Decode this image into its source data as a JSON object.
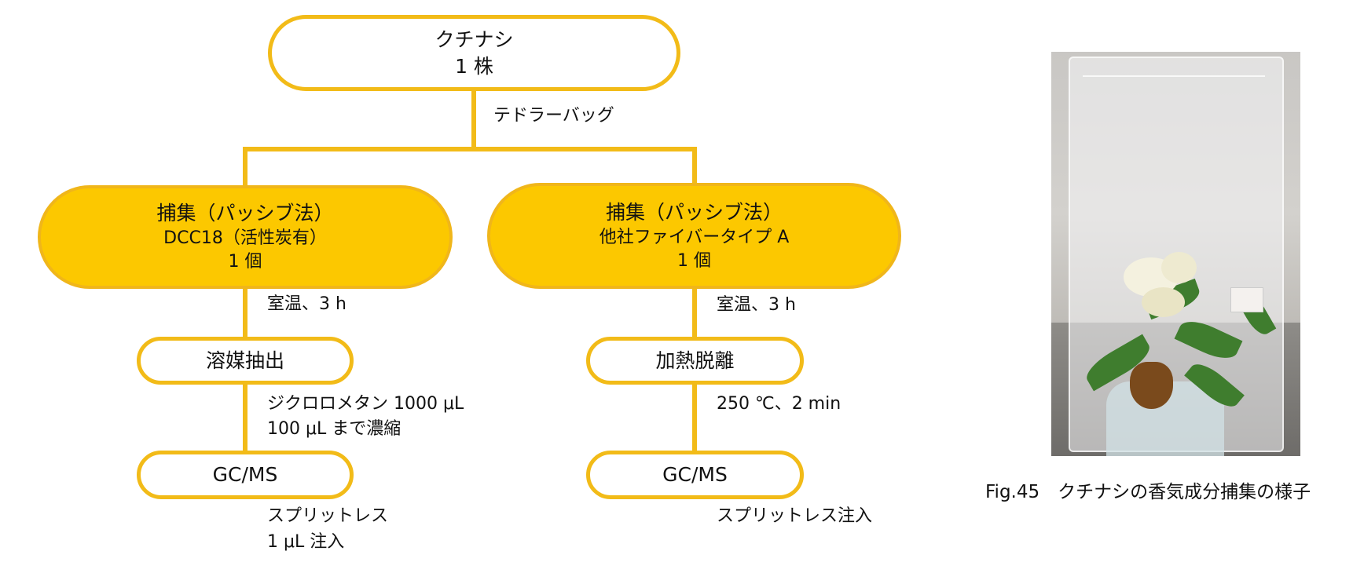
{
  "diagram": {
    "root": {
      "title": "クチナシ",
      "amount": "1 株"
    },
    "root_edge_label": "テドラーバッグ",
    "left_branch": {
      "capture": {
        "method": "捕集（パッシブ法）",
        "device": "DCC18（活性炭有）",
        "count": "1 個"
      },
      "capture_edge_label": "室温、3 h",
      "process": "溶媒抽出",
      "process_edge_line1": "ジクロロメタン 1000 μL",
      "process_edge_line2": "100 μL まで濃縮",
      "analysis": "GC/MS",
      "injection_line1": "スプリットレス",
      "injection_line2": "1 μL 注入"
    },
    "right_branch": {
      "capture": {
        "method": "捕集（パッシブ法）",
        "device": "他社ファイバータイプ A",
        "count": "1 個"
      },
      "capture_edge_label": "室温、3 h",
      "process": "加熱脱離",
      "process_edge_label": "250 ℃、2 min",
      "analysis": "GC/MS",
      "injection_label": "スプリットレス注入"
    }
  },
  "photo": {
    "caption": "Fig.45　クチナシの香気成分捕集の様子"
  },
  "colors": {
    "accent": "#fcc800",
    "line": "#f2bb18"
  }
}
